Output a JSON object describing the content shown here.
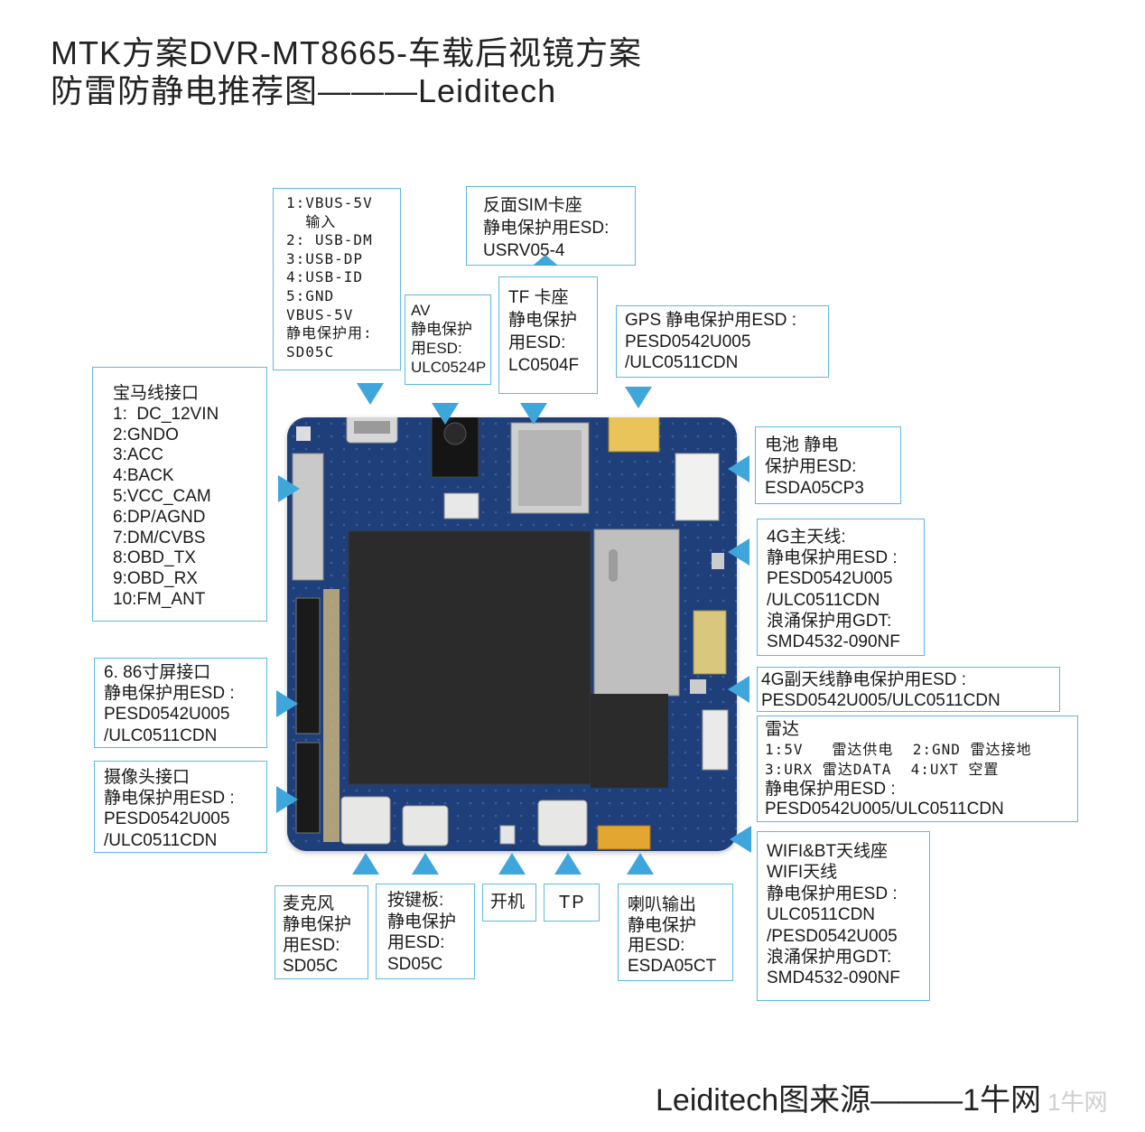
{
  "title": {
    "line1": "MTK方案DVR-MT8665-车载后视镜方案",
    "line2": "防雷防静电推荐图———Leiditech"
  },
  "footer": "Leiditech图来源———1牛网",
  "watermark": "1牛网",
  "colors": {
    "box_border": "#5fb9e2",
    "arrow": "#3fa6dc",
    "pcb": "#1d3b73"
  },
  "boxes": {
    "usb": [
      "1:VBUS-5V",
      "  输入",
      "2: USB-DM",
      "3:USB-DP",
      "4:USB-ID",
      "5:GND",
      "VBUS-5V",
      "静电保护用:",
      "SD05C"
    ],
    "av": [
      "AV",
      "静电保护",
      "用ESD:",
      "ULC0524P"
    ],
    "tf": [
      "TF 卡座",
      "静电保护",
      "用ESD:",
      "LC0504F"
    ],
    "sim": [
      "反面SIM卡座",
      "静电保护用ESD:",
      "USRV05-4"
    ],
    "gps": [
      "GPS 静电保护用ESD :",
      "PESD0542U005",
      "/ULC0511CDN"
    ],
    "bmw": [
      "宝马线接口",
      "1:  DC_12VIN",
      "2:GNDO",
      "3:ACC",
      "4:BACK",
      "5:VCC_CAM",
      "6:DP/AGND",
      "7:DM/CVBS",
      "8:OBD_TX",
      "9:OBD_RX",
      "10:FM_ANT"
    ],
    "battery": [
      "电池 静电",
      "保护用ESD:",
      "ESDA05CP3"
    ],
    "ant4g_main": [
      "4G主天线:",
      "静电保护用ESD :",
      "PESD0542U005",
      "/ULC0511CDN",
      "浪涌保护用GDT:",
      "SMD4532-090NF"
    ],
    "screen": [
      "6. 86寸屏接口",
      "静电保护用ESD :",
      "PESD0542U005",
      "/ULC0511CDN"
    ],
    "ant4g_sub": [
      "4G副天线静电保护用ESD :",
      "PESD0542U005/ULC0511CDN"
    ],
    "radar": [
      "雷达",
      "1:5V   雷达供电  2:GND 雷达接地",
      "3:URX 雷达DATA  4:UXT 空置",
      "静电保护用ESD :",
      "PESD0542U005/ULC0511CDN"
    ],
    "camera": [
      "摄像头接口",
      "静电保护用ESD :",
      "PESD0542U005",
      "/ULC0511CDN"
    ],
    "wifi": [
      "WIFI&BT天线座",
      "WIFI天线",
      "静电保护用ESD :",
      "ULC0511CDN",
      "/PESD0542U005",
      "浪涌保护用GDT:",
      "SMD4532-090NF"
    ],
    "mic": [
      "麦克风",
      "静电保护",
      "用ESD:",
      "SD05C"
    ],
    "key": [
      "按键板:",
      "静电保护",
      "用ESD:",
      "SD05C"
    ],
    "power": [
      "开机"
    ],
    "tp": [
      "TP"
    ],
    "speaker": [
      "喇叭输出",
      "静电保护",
      "用ESD:",
      "ESDA05CT"
    ]
  }
}
